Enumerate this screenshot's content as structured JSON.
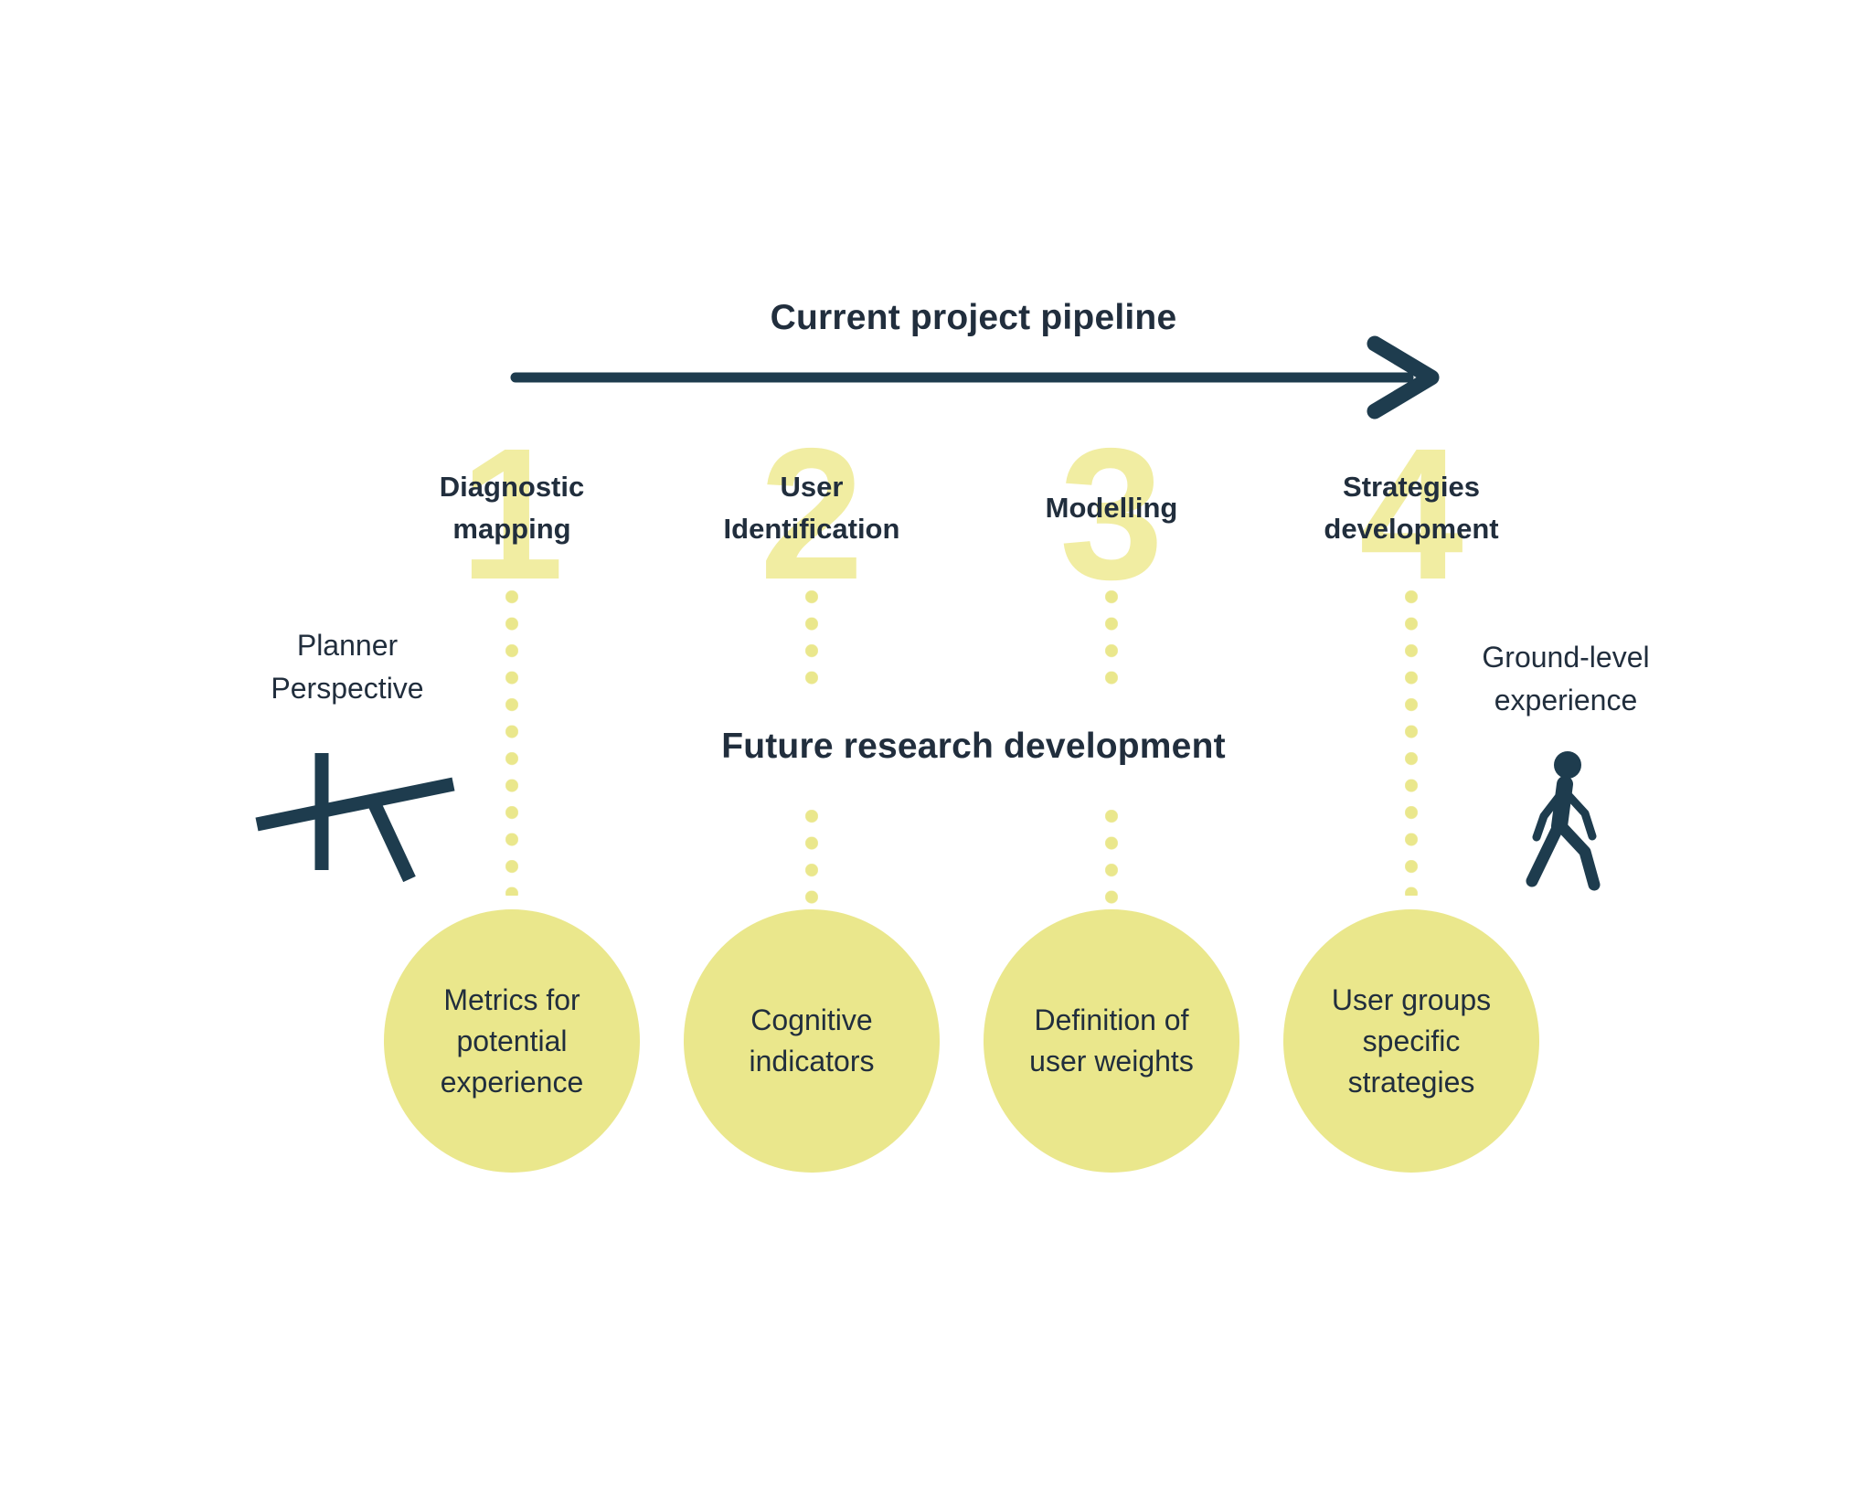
{
  "colors": {
    "navy": "#1e3c4e",
    "navy_text": "#212e3d",
    "yellow": "#eae78c",
    "yellow_num": "#f1eda2"
  },
  "header": {
    "pipeline_title": "Current project pipeline",
    "future_title": "Future research development"
  },
  "icons": {
    "arrow": "right-arrow-icon",
    "planner": "drafting-table-icon",
    "ground": "walking-person-icon"
  },
  "stages": [
    {
      "number": "1",
      "label": "Diagnostic mapping",
      "label_lines": [
        "Diagnostic",
        "mapping"
      ],
      "bubble": "Metrics for potential experience",
      "bubble_lines": [
        "Metrics for",
        "potential",
        "experience"
      ]
    },
    {
      "number": "2",
      "label": "User Identification",
      "label_lines": [
        "User",
        "Identification"
      ],
      "bubble": "Cognitive indicators",
      "bubble_lines": [
        "Cognitive",
        "indicators"
      ]
    },
    {
      "number": "3",
      "label": "Modelling",
      "label_lines": [
        "Modelling"
      ],
      "bubble": "Definition of user weights",
      "bubble_lines": [
        "Definition of",
        "user weights"
      ]
    },
    {
      "number": "4",
      "label": "Strategies development",
      "label_lines": [
        "Strategies",
        "development"
      ],
      "bubble": "User groups specific strategies",
      "bubble_lines": [
        "User groups",
        "specific",
        "strategies"
      ]
    }
  ],
  "side_labels": {
    "left": {
      "text": "Planner Perspective",
      "lines": [
        "Planner",
        "Perspective"
      ]
    },
    "right": {
      "text": "Ground-level experience",
      "lines": [
        "Ground-level",
        "experience"
      ]
    }
  }
}
